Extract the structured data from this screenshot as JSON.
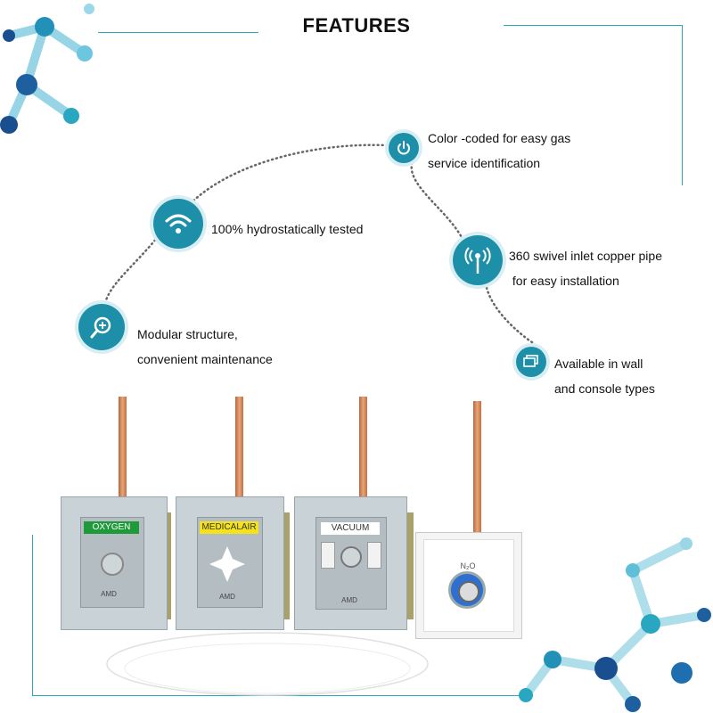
{
  "title": "FEATURES",
  "features": [
    {
      "icon": "search-plus-icon",
      "line1": "Modular structure,",
      "line2": "convenient maintenance"
    },
    {
      "icon": "wifi-icon",
      "line1": "100% hydrostatically tested",
      "line2": ""
    },
    {
      "icon": "power-icon",
      "line1": "Color -coded for easy gas",
      "line2": "service identification"
    },
    {
      "icon": "antenna-icon",
      "line1": "360 swivel inlet copper pipe",
      "line2": " for easy installation"
    },
    {
      "icon": "monitor-icon",
      "line1": "Available in wall",
      "line2": "and console types"
    }
  ],
  "products": [
    {
      "label": "OXYGEN",
      "label_color": "#1f9a3a",
      "text_color": "#ffffff",
      "brand": "AMD"
    },
    {
      "label": "MEDICALAIR",
      "label_color": "#f5e21a",
      "text_color": "#333333",
      "brand": "AMD"
    },
    {
      "label": "VACUUM",
      "label_color": "#ffffff",
      "text_color": "#333333",
      "brand": "AMD"
    },
    {
      "label": "N₂O",
      "label_color": "#ffffff",
      "text_color": "#555555",
      "brand": ""
    }
  ],
  "colors": {
    "accent": "#1d8fa9",
    "copper": "#d98a5c"
  }
}
